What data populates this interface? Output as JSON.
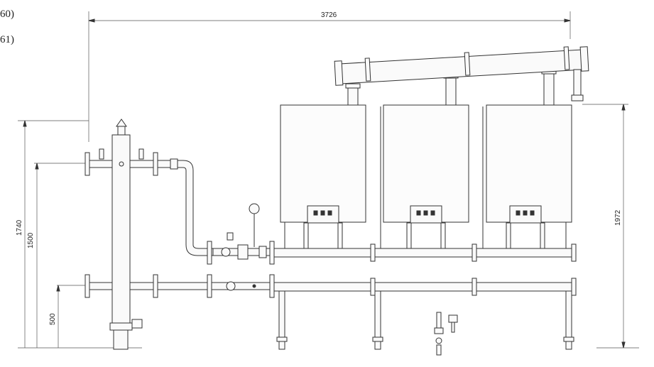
{
  "side_notes": [
    "60)",
    "61)"
  ],
  "dimensions": {
    "overall_width": "3726",
    "height_top_vent": "1740",
    "height_flow_connection": "1500",
    "height_return_connection": "500",
    "height_boilers": "1972"
  },
  "boiler_count": 3,
  "colors": {
    "line": "#333333",
    "background": "#ffffff"
  }
}
